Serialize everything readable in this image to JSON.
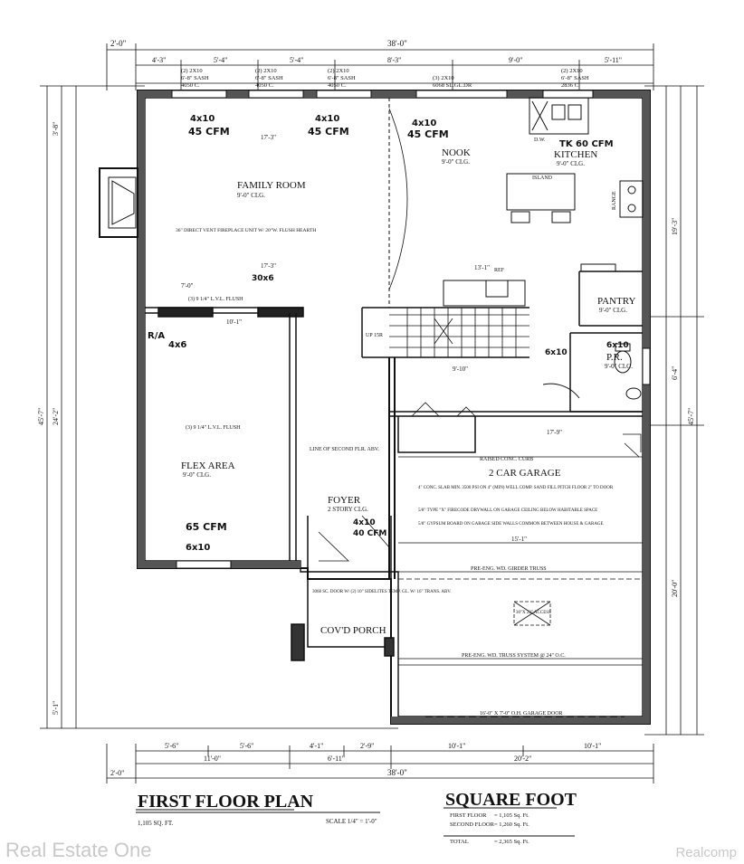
{
  "rooms": {
    "family_room": {
      "name": "FAMILY ROOM",
      "ceiling": "9'-0\" CLG."
    },
    "nook": {
      "name": "NOOK",
      "ceiling": "9'-0\" CLG."
    },
    "kitchen": {
      "name": "KITCHEN",
      "ceiling": "9'-0\" CLG."
    },
    "pantry": {
      "name": "PANTRY",
      "ceiling": "9'-0\" CLG."
    },
    "powder_room": {
      "name": "P.R.",
      "ceiling": "9'-0\" CLG."
    },
    "flex_area": {
      "name": "FLEX AREA",
      "ceiling": "9'-0\" CLG."
    },
    "foyer": {
      "name": "FOYER",
      "ceiling": "2 STORY CLG."
    },
    "garage": {
      "name": "2 CAR GARAGE"
    },
    "porch": {
      "name": "COV'D PORCH"
    }
  },
  "notes": {
    "cfm_family_left": "45 CFM",
    "cfm_family_mid": "45 CFM",
    "cfm_nook": "45 CFM",
    "cfm_kitchen": "TK 60 CFM",
    "cfm_flex": "65 CFM",
    "cfm_foyer": "40 CFM",
    "register_4x10": "4x10",
    "register_6x10": "6x10",
    "register_4x6": "4x6",
    "register_30x6": "30x6",
    "return_air": "R/A",
    "fireplace": "36\" DIRECT VENT FIREPLACE UNIT W/ 20\"W. FLUSH HEARTH",
    "lvl_flush_1": "(3) 9 1/4\" L.V.L. FLUSH",
    "lvl_flush_2": "(3) 9 1/4\" L.V.L. FLUSH",
    "second_flr_line": "LINE OF SECOND FLR. ABV.",
    "raised_curb": "RAISED CONC. CURB",
    "garage_slab": "4\" CONC. SLAB MIN. 3500 PSI ON 4\" (MIN) WELL COMP. SAND FILL PITCH FLOOR 2\" TO DOOR",
    "garage_drywall": "5/8\" TYPE \"X\" FIRECODE DRYWALL ON GARAGE CEILING BELOW HABITABLE SPACE",
    "garage_gypsum": "5/8\" GYPSUM BOARD ON GARAGE SIDE WALLS COMMON BETWEEN HOUSE & GARAGE",
    "girder_truss": "PRE-ENG. WD. GIRDER TRUSS",
    "truss_system": "PRE-ENG. WD. TRUSS SYSTEM @ 24\" O.C.",
    "attic_access": "30\"X 22\" ACCESS",
    "garage_door": "16'-0\" X 7'-0\" O.H. GARAGE DOOR",
    "island": "ISLAND",
    "range": "RANGE",
    "dw": "D.W.",
    "ref": "REF",
    "up_steps": "UP 15R",
    "door_note": "3068 SC. DOOR W/ (2) 10\" SIDELITES TEMP. GL. W/ 16\" TRANS. ABV."
  },
  "dimensions": {
    "top_total": "38'-0\"",
    "top_left_offset": "2'-0\"",
    "top_segments": [
      "4'-3\"",
      "5'-4\"",
      "5'-4\"",
      "8'-3\"",
      "9'-0\"",
      "5'-11\""
    ],
    "bottom_total": "38'-0\"",
    "bottom_left_offset": "2'-0\"",
    "bottom_mid": [
      "11'-0\"",
      "6'-11\"",
      "20'-2\""
    ],
    "bottom_segments": [
      "5'-6\"",
      "5'-6\"",
      "4'-1\"",
      "2'-9\"",
      "10'-1\"",
      "10'-1\""
    ],
    "right_total": "45'-7\"",
    "right_upper": "19'-3\"",
    "right_lower": "20'-0\"",
    "right_mid": "6'-4\"",
    "left_total": "45'-7\"",
    "left_mid": "24'-2\"",
    "left_upper": "3'-8\"",
    "left_lower": "5'-1\"",
    "interior_17_3": "17'-3\"",
    "interior_13_1": "13'-1\"",
    "interior_17_9": "17'-9\"",
    "interior_15_1": "15'-1\"",
    "interior_10_1": "10'-1\"",
    "interior_9_10": "9'-10\"",
    "interior_7_0": "7'-0\"",
    "interior_6_4": "6'-4\""
  },
  "title_block": {
    "plan_title": "FIRST FLOOR PLAN",
    "plan_sqft": "1,105 SQ. FT.",
    "scale": "SCALE 1/4\" = 1'-0\"",
    "sqft_title": "SQUARE FOOT",
    "rows": [
      {
        "label": "FIRST FLOOR",
        "value": "= 1,105 Sq. Ft."
      },
      {
        "label": "SECOND FLOOR",
        "value": "= 1,260 Sq. Ft."
      },
      {
        "label": "TOTAL",
        "value": "= 2,365 Sq. Ft."
      }
    ]
  },
  "watermarks": {
    "left": "Real Estate One",
    "right": "Realcomp"
  }
}
